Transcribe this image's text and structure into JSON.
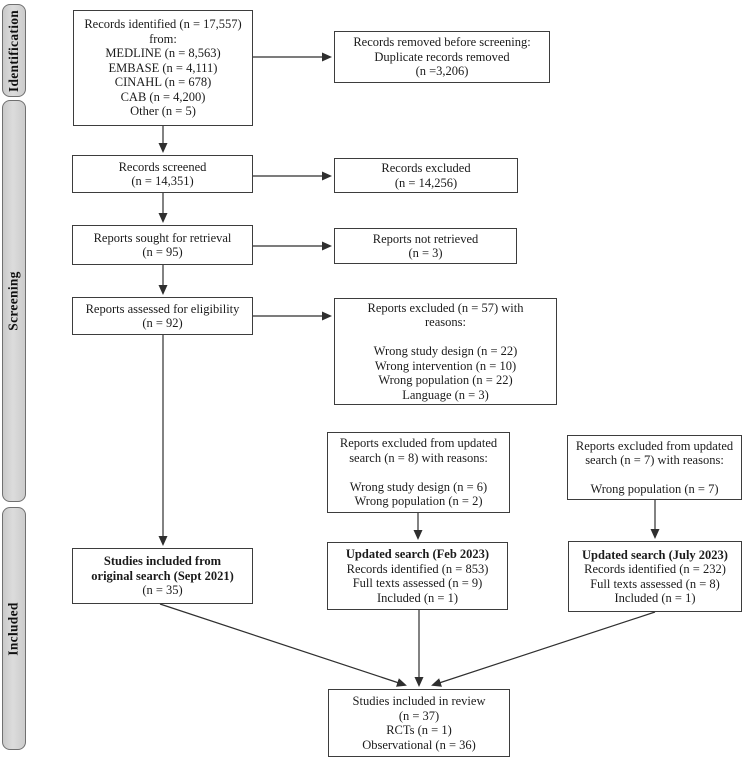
{
  "diagram": {
    "title": "PRISMA study selection flow diagram",
    "colors": {
      "background": "#ffffff",
      "box_border": "#3d3d3d",
      "arrow": "#2f2f2f",
      "sidebar_fill": "#d6d6d6",
      "sidebar_border": "#707070",
      "text": "#1b1b1b"
    },
    "sidebar": [
      {
        "id": "identification",
        "label": "Identification"
      },
      {
        "id": "screening",
        "label": "Screening"
      },
      {
        "id": "included",
        "label": "Included"
      }
    ],
    "boxes": {
      "records_identified": {
        "lines": [
          "Records identified (n = 17,557)",
          "from:",
          "MEDLINE (n = 8,563)",
          "EMBASE (n = 4,111)",
          "CINAHL (n = 678)",
          "CAB (n = 4,200)",
          "Other (n = 5)"
        ]
      },
      "records_removed": {
        "lines": [
          "Records removed before screening:",
          "Duplicate records removed",
          "(n =3,206)"
        ]
      },
      "records_screened": {
        "lines": [
          "Records screened",
          "(n = 14,351)"
        ]
      },
      "records_excluded": {
        "lines": [
          "Records excluded",
          "(n = 14,256)"
        ]
      },
      "reports_sought": {
        "lines": [
          "Reports sought for retrieval",
          "(n = 95)"
        ]
      },
      "reports_not_retrieved": {
        "lines": [
          "Reports not retrieved",
          "(n = 3)"
        ]
      },
      "reports_assessed": {
        "lines": [
          "Reports assessed for eligibility",
          "(n = 92)"
        ]
      },
      "reports_excluded_reasons": {
        "lines": [
          "Reports excluded (n = 57) with",
          "reasons:",
          "",
          "Wrong study design (n = 22)",
          "Wrong intervention (n = 10)",
          "Wrong population (n = 22)",
          "Language (n = 3)"
        ]
      },
      "updated_excluded_feb": {
        "lines": [
          "Reports excluded from updated",
          "search (n = 8) with reasons:",
          "",
          "Wrong study design (n = 6)",
          "Wrong population (n = 2)"
        ]
      },
      "updated_excluded_july": {
        "lines": [
          "Reports excluded from updated",
          "search (n = 7) with reasons:",
          "",
          "Wrong population (n = 7)"
        ]
      },
      "studies_original": {
        "lines": [
          "Studies included from",
          "original search (Sept 2021)",
          "(n = 35)"
        ]
      },
      "updated_search_feb": {
        "lines": [
          "Updated search (Feb 2023)",
          "Records identified (n = 853)",
          "Full texts assessed (n = 9)",
          "Included (n = 1)"
        ]
      },
      "updated_search_july": {
        "lines": [
          "Updated search (July 2023)",
          "Records identified (n = 232)",
          "Full texts assessed (n = 8)",
          "Included (n = 1)"
        ]
      },
      "studies_in_review": {
        "lines": [
          "Studies included in review",
          "(n = 37)",
          "RCTs (n = 1)",
          "Observational (n = 36)"
        ]
      }
    }
  }
}
